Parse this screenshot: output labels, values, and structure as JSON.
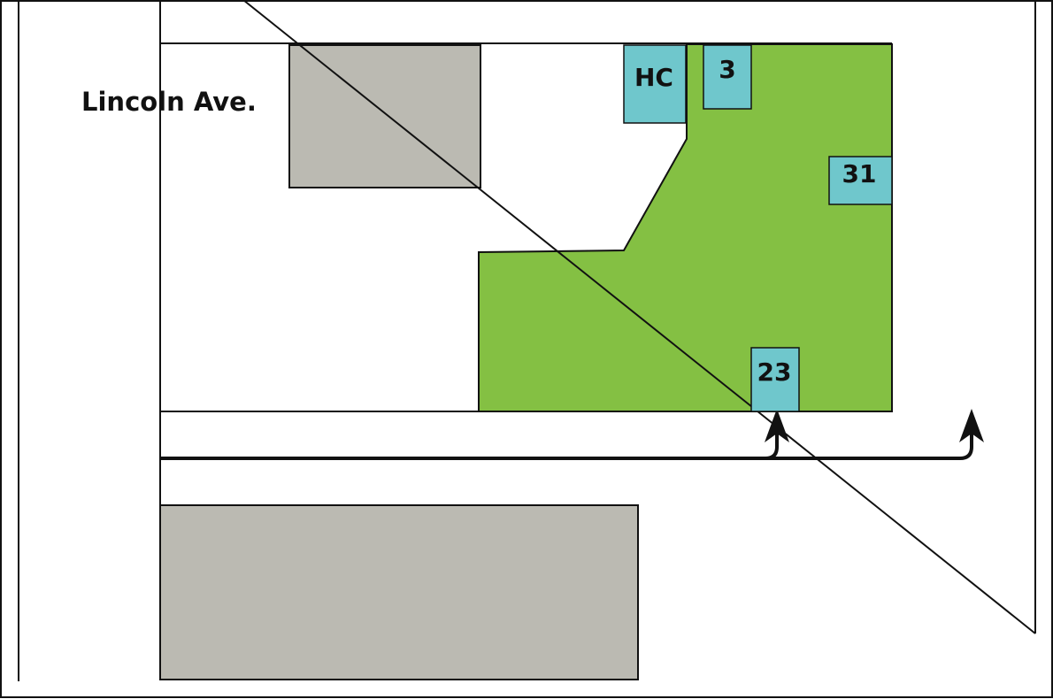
{
  "map": {
    "street": {
      "label": "Lincoln Ave."
    },
    "spots": [
      {
        "id": "hc",
        "label": "HC"
      },
      {
        "id": "3",
        "label": "3"
      },
      {
        "id": "31",
        "label": "31"
      },
      {
        "id": "23",
        "label": "23"
      }
    ],
    "colors": {
      "green_zone": "#84c043",
      "building": "#bbbab2",
      "spot": "#6fc7cc",
      "line": "#111111",
      "background": "#ffffff"
    }
  }
}
